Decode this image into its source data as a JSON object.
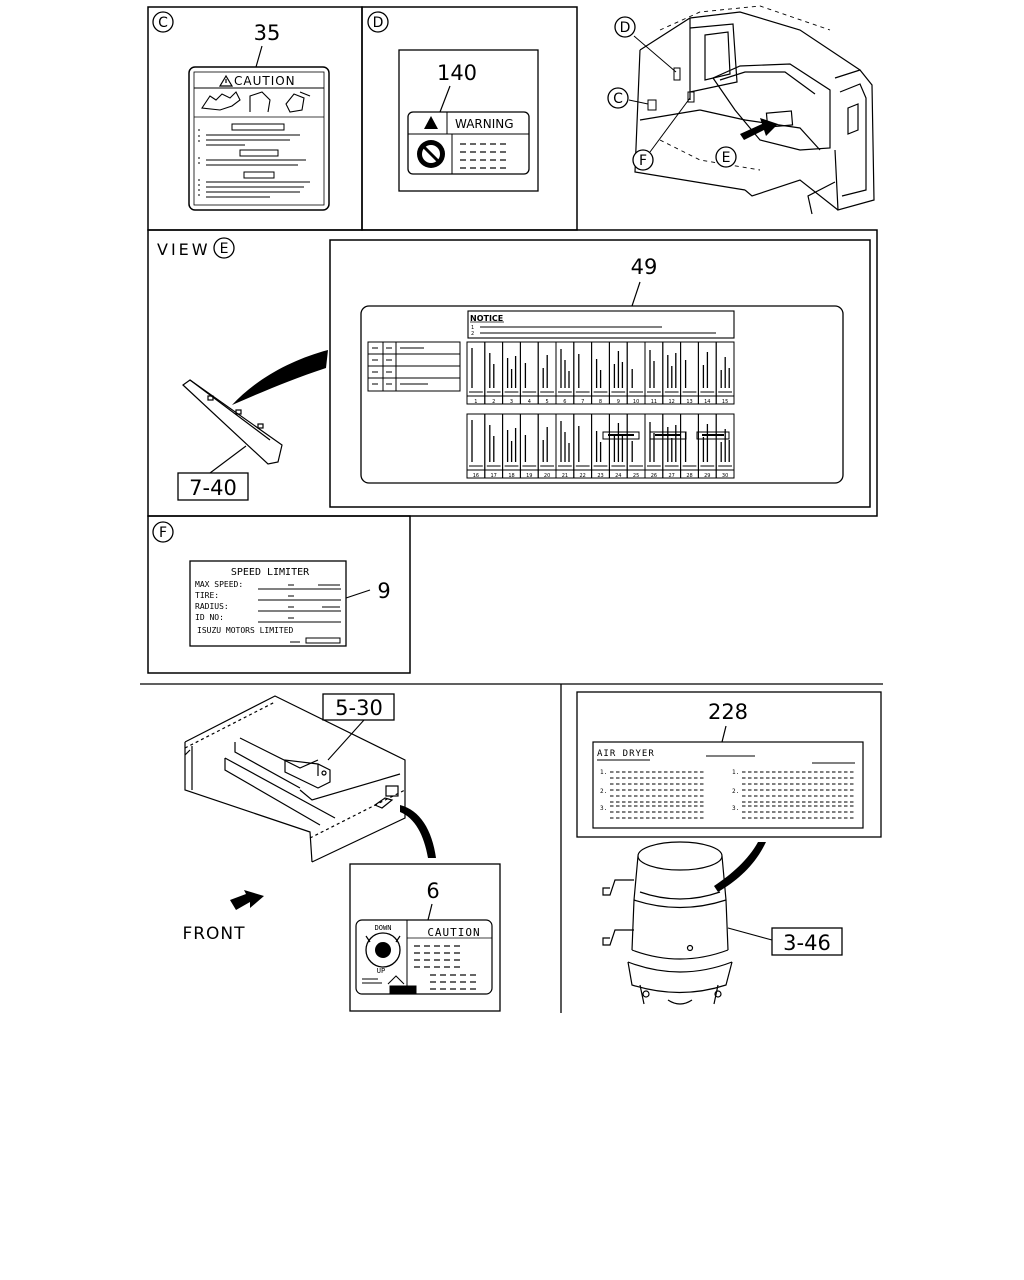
{
  "callouts": {
    "c": "C",
    "d": "D",
    "e": "E",
    "f": "F"
  },
  "panel_c": {
    "part_number": "35",
    "label_title": "CAUTION"
  },
  "panel_d": {
    "part_number": "140",
    "label_title": "WARNING"
  },
  "view_e": {
    "view_word": "VIEW",
    "part_number": "49",
    "notice_title": "NOTICE",
    "notice_rows": [
      "1",
      "2"
    ],
    "ref_number": "7-40",
    "fuse_numbers_top": [
      "1",
      "2",
      "3",
      "4",
      "5",
      "6",
      "7",
      "8",
      "9",
      "10",
      "11",
      "12",
      "13",
      "14",
      "15"
    ],
    "fuse_numbers_bottom": [
      "16",
      "17",
      "18",
      "19",
      "20",
      "21",
      "22",
      "23",
      "24",
      "25",
      "26",
      "27",
      "28",
      "29",
      "30"
    ]
  },
  "panel_f": {
    "part_number": "9",
    "label_title": "SPEED LIMITER",
    "fields": [
      "MAX SPEED:",
      "TIRE:",
      "RADIUS:",
      "ID NO:"
    ],
    "company": "ISUZU MOTORS LIMITED"
  },
  "frame": {
    "ref_number": "5-30",
    "direction_label": "FRONT"
  },
  "panel_6": {
    "part_number": "6",
    "label_title": "CAUTION",
    "dial_top": "DOWN",
    "dial_bottom": "UP"
  },
  "air_dryer": {
    "part_number": "228",
    "label_title": "AIR DRYER",
    "ref_number": "3-46",
    "list_numbers": [
      "1.",
      "2.",
      "3."
    ]
  }
}
